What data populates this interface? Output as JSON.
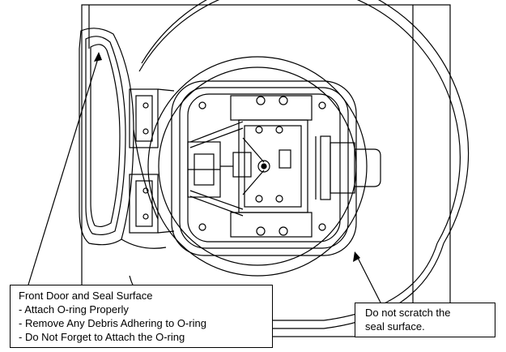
{
  "callouts": {
    "front_door": {
      "title": "Front Door and Seal Surface",
      "items": [
        "- Attach O-ring Properly",
        "- Remove Any Debris Adhering to O-ring",
        "- Do Not Forget to Attach the O-ring"
      ]
    },
    "seal_surface": {
      "lines": [
        "Do not scratch the",
        "seal surface."
      ]
    }
  }
}
